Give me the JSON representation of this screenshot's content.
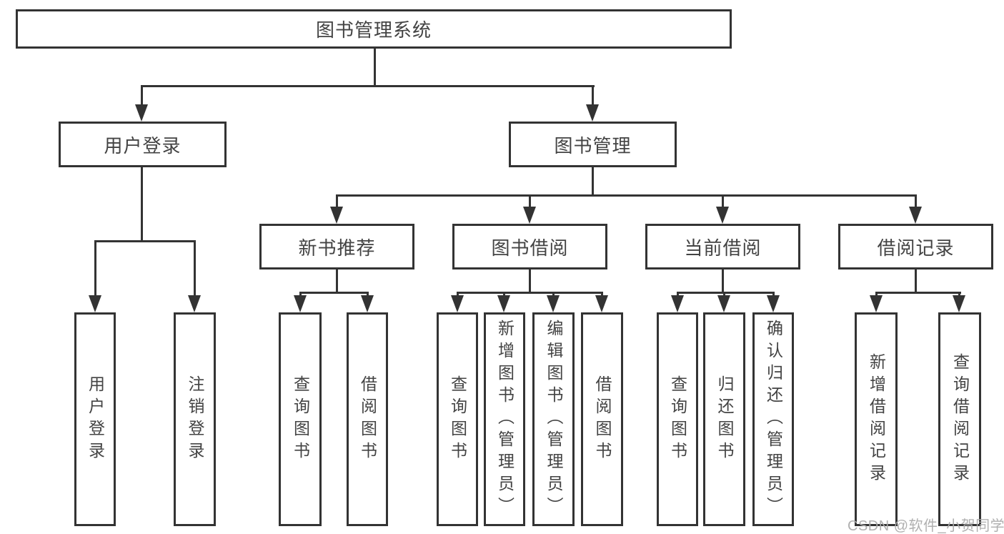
{
  "diagram": {
    "type": "hierarchy-tree",
    "tree": {
      "label": "图书管理系统",
      "children": [
        {
          "label": "用户登录",
          "children": [
            {
              "label": "用户登录"
            },
            {
              "label": "注销登录"
            }
          ]
        },
        {
          "label": "图书管理",
          "children": [
            {
              "label": "新书推荐",
              "children": [
                {
                  "label": "查询图书"
                },
                {
                  "label": "借阅图书"
                }
              ]
            },
            {
              "label": "图书借阅",
              "children": [
                {
                  "label": "查询图书"
                },
                {
                  "label": "新增图书（管理员）"
                },
                {
                  "label": "编辑图书（管理员）"
                },
                {
                  "label": "借阅图书"
                }
              ]
            },
            {
              "label": "当前借阅",
              "children": [
                {
                  "label": "查询图书"
                },
                {
                  "label": "归还图书"
                },
                {
                  "label": "确认归还（管理员）"
                }
              ]
            },
            {
              "label": "借阅记录",
              "children": [
                {
                  "label": "新增借阅记录"
                },
                {
                  "label": "查询借阅记录"
                }
              ]
            }
          ]
        }
      ]
    },
    "colors": {
      "line": "#333333",
      "box_border": "#333333",
      "box_fill": "#ffffff",
      "text": "#434343",
      "background": "#ffffff",
      "watermark": "#acacac"
    }
  },
  "watermark": {
    "text": "CSDN @软件_小贺同学"
  }
}
